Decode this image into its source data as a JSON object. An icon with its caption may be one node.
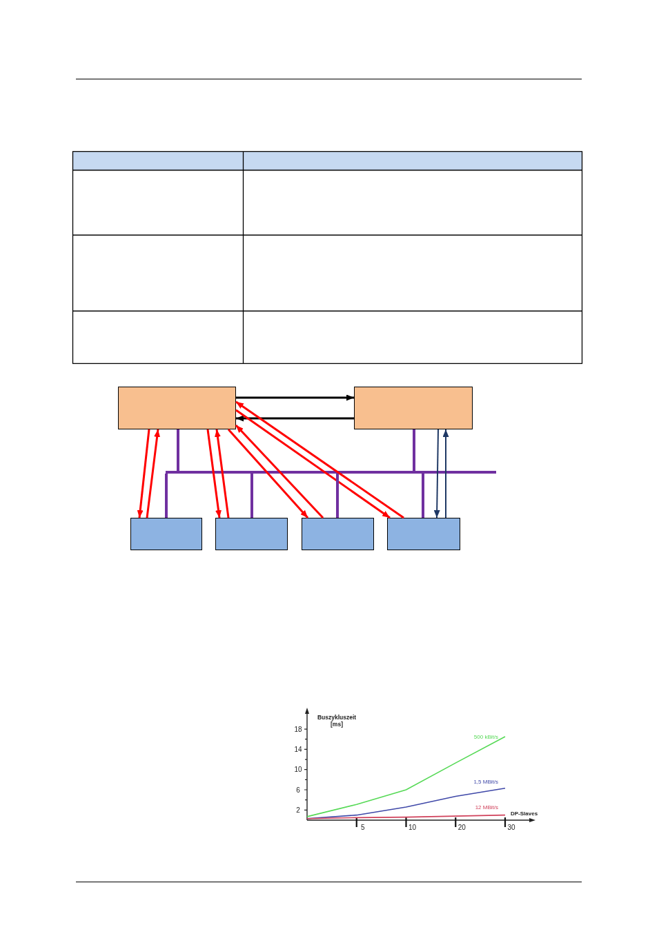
{
  "diagram": {
    "nodes": [
      {
        "text": [],
        "shape": "box"
      },
      {
        "text": [],
        "shape": "box"
      },
      {
        "text": [],
        "shape": "box"
      },
      {
        "text": [],
        "shape": "box"
      },
      {
        "text": [],
        "shape": "box"
      },
      {
        "text": [],
        "shape": "box"
      },
      {
        "text": [],
        "shape": "bar"
      }
    ],
    "edges": [
      {
        "from": 0,
        "to": 1,
        "arrow": "to",
        "color": "#000000"
      },
      {
        "from": 1,
        "to": 0,
        "arrow": "to",
        "color": "#000000"
      },
      {
        "from": 0,
        "to": 2,
        "arrow": "to"
      },
      {
        "from": 2,
        "to": 0,
        "arrow": "to"
      },
      {
        "from": 0,
        "to": 3,
        "arrow": "to"
      },
      {
        "from": 3,
        "to": 0,
        "arrow": "to"
      },
      {
        "from": 0,
        "to": 4,
        "arrow": "to"
      },
      {
        "from": 4,
        "to": 0,
        "arrow": "to"
      },
      {
        "from": 0,
        "to": 5,
        "arrow": "to"
      },
      {
        "from": 5,
        "to": 0,
        "arrow": "to"
      },
      {
        "from": 1,
        "to": 5,
        "arrow": "to",
        "color": "#1f3864"
      },
      {
        "from": 5,
        "to": 1,
        "arrow": "to",
        "color": "#1f3864"
      },
      {
        "from": 0,
        "to": 6,
        "arrow": "none",
        "color": "#7030a0"
      },
      {
        "from": 1,
        "to": 6,
        "arrow": "none",
        "color": "#7030a0"
      },
      {
        "from": 2,
        "to": 6,
        "arrow": "none",
        "color": "#7030a0"
      },
      {
        "from": 3,
        "to": 6,
        "arrow": "none",
        "color": "#7030a0"
      },
      {
        "from": 4,
        "to": 6,
        "arrow": "none",
        "color": "#7030a0"
      },
      {
        "from": 5,
        "to": 6,
        "arrow": "none",
        "color": "#7030a0"
      }
    ],
    "chart_data": {
      "type": "line",
      "xlabel": "DP-Slaves",
      "ylabel": "Buszykluszeit [ms]",
      "categories": [
        null,
        "5",
        "10",
        "20",
        "30"
      ],
      "series": [
        {
          "name": "500 kBit/s",
          "color": "#55d955",
          "values": [
            0.7,
            3.1,
            6.0,
            11.3,
            16.5
          ]
        },
        {
          "name": "1,5 MBit/s",
          "color": "#3f48a8",
          "values": [
            0.3,
            1.0,
            2.6,
            4.7,
            6.3
          ]
        },
        {
          "name": "12 MBit/s",
          "color": "#d0405a",
          "values": [
            0.3,
            0.5,
            0.6,
            0.8,
            1.0
          ]
        }
      ],
      "ylim": [
        0,
        21
      ],
      "yticks": [
        2,
        6,
        10,
        14,
        18
      ]
    }
  }
}
